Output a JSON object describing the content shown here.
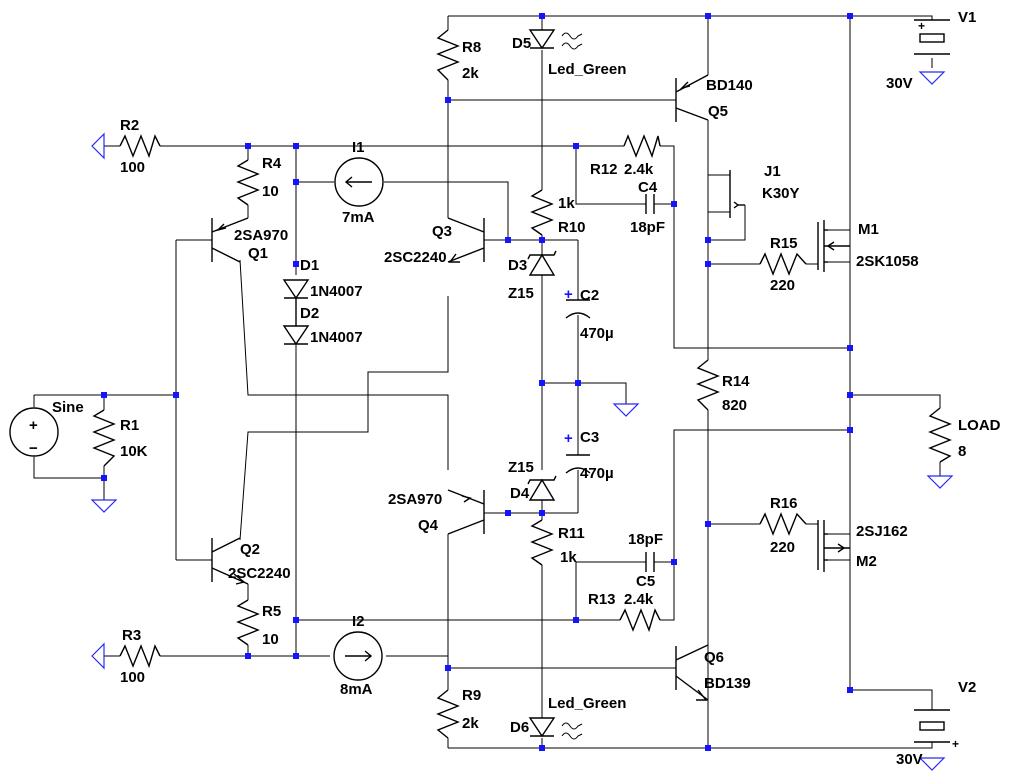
{
  "components": {
    "V1": {
      "name": "V1",
      "value": "30V"
    },
    "V2": {
      "name": "V2",
      "value": "30V"
    },
    "R1": {
      "name": "R1",
      "value": "10K"
    },
    "R2": {
      "name": "R2",
      "value": "100"
    },
    "R3": {
      "name": "R3",
      "value": "100"
    },
    "R4": {
      "name": "R4",
      "value": "10"
    },
    "R5": {
      "name": "R5",
      "value": "10"
    },
    "R8": {
      "name": "R8",
      "value": "2k"
    },
    "R9": {
      "name": "R9",
      "value": "2k"
    },
    "R10": {
      "name": "R10",
      "value": "1k"
    },
    "R11": {
      "name": "R11",
      "value": "1k"
    },
    "R12": {
      "name": "R12",
      "value": "2.4k"
    },
    "R13": {
      "name": "R13",
      "value": "2.4k"
    },
    "R14": {
      "name": "R14",
      "value": "820"
    },
    "R15": {
      "name": "R15",
      "value": "220"
    },
    "R16": {
      "name": "R16",
      "value": "220"
    },
    "I1": {
      "name": "I1",
      "value": "7mA"
    },
    "I2": {
      "name": "I2",
      "value": "8mA"
    },
    "D1": {
      "name": "D1",
      "value": "1N4007"
    },
    "D2": {
      "name": "D2",
      "value": "1N4007"
    },
    "D3": {
      "name": "D3",
      "value": "Z15"
    },
    "D4": {
      "name": "D4",
      "value": "Z15"
    },
    "D5": {
      "name": "D5",
      "value": "Led_Green"
    },
    "D6": {
      "name": "D6",
      "value": "Led_Green"
    },
    "C2": {
      "name": "C2",
      "value": "470µ"
    },
    "C3": {
      "name": "C3",
      "value": "470µ"
    },
    "C4": {
      "name": "C4",
      "value": "18pF"
    },
    "C5": {
      "name": "C5",
      "value": "18pF"
    },
    "Q1": {
      "name": "Q1",
      "value": "2SA970"
    },
    "Q2": {
      "name": "Q2",
      "value": "2SC2240"
    },
    "Q3": {
      "name": "Q3",
      "value": "2SC2240"
    },
    "Q4": {
      "name": "Q4",
      "value": "2SA970"
    },
    "Q5": {
      "name": "Q5",
      "value": "BD140"
    },
    "Q6": {
      "name": "Q6",
      "value": "BD139"
    },
    "J1": {
      "name": "J1",
      "value": "K30Y"
    },
    "M1": {
      "name": "M1",
      "value": "2SK1058"
    },
    "M2": {
      "name": "M2",
      "value": "2SJ162"
    },
    "LOAD": {
      "name": "LOAD",
      "value": "8"
    },
    "Sine": {
      "name": "Sine"
    }
  },
  "symbols": {
    "plus": "+",
    "minus": "−"
  },
  "colors": {
    "wire": "#000000",
    "junction": "#1414ff",
    "ground": "#2a2af0"
  }
}
